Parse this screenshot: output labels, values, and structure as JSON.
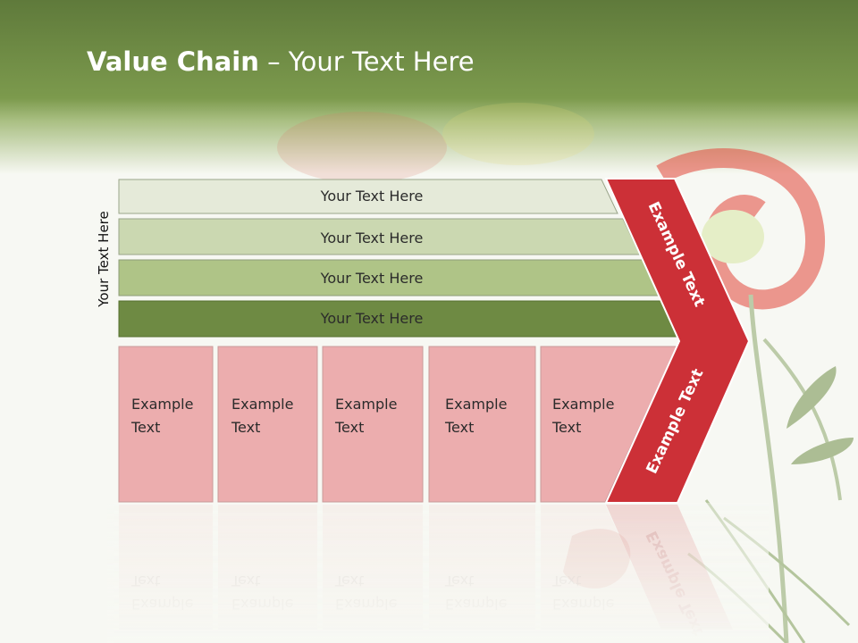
{
  "title": {
    "bold": "Value Chain",
    "rest": " – Your Text Here"
  },
  "side_label": "Your Text Here",
  "rows": [
    {
      "label": "Your Text Here",
      "color": "#e5ead9"
    },
    {
      "label": "Your Text Here",
      "color": "#cbd8b1"
    },
    {
      "label": "Your Text Here",
      "color": "#afc487"
    },
    {
      "label": "Your Text Here",
      "color": "#6e8a43"
    }
  ],
  "boxes": [
    {
      "line1": "Example",
      "line2": "Text"
    },
    {
      "line1": "Example",
      "line2": "Text"
    },
    {
      "line1": "Example",
      "line2": "Text"
    },
    {
      "line1": "Example",
      "line2": "Text"
    },
    {
      "line1": "Example",
      "line2": "Text"
    }
  ],
  "arrow": {
    "upper_label": "Example Text",
    "lower_label": "Example Text",
    "color": "#cc3037"
  },
  "colors": {
    "header": "#6f8c45",
    "box_fill": "#ecadae",
    "box_border": "#c99a9a"
  }
}
